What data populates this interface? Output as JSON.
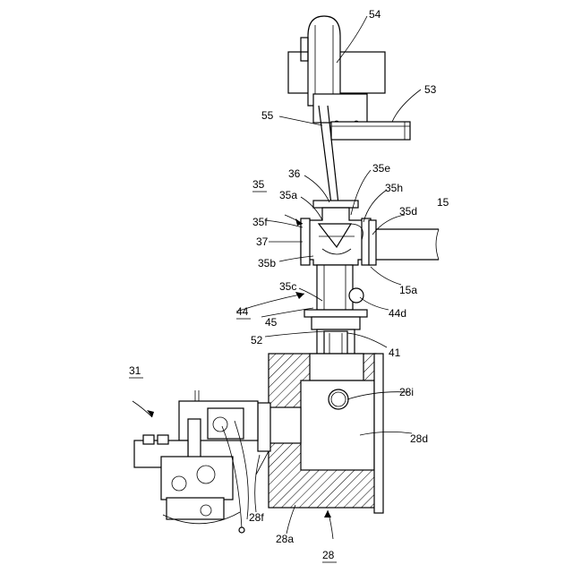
{
  "labels": {
    "l54": "54",
    "l53": "53",
    "l55": "55",
    "l36": "36",
    "l35e": "35e",
    "l35": "35",
    "l35a": "35a",
    "l35h": "35h",
    "l15": "15",
    "l35d": "35d",
    "l35f": "35f",
    "l37": "37",
    "l35b": "35b",
    "l15a": "15a",
    "l35c": "35c",
    "l44": "44",
    "l44d": "44d",
    "l45": "45",
    "l52": "52",
    "l41": "41",
    "l31": "31",
    "l28i": "28i",
    "l28d": "28d",
    "l28f": "28f",
    "l28a": "28a",
    "l28": "28"
  }
}
